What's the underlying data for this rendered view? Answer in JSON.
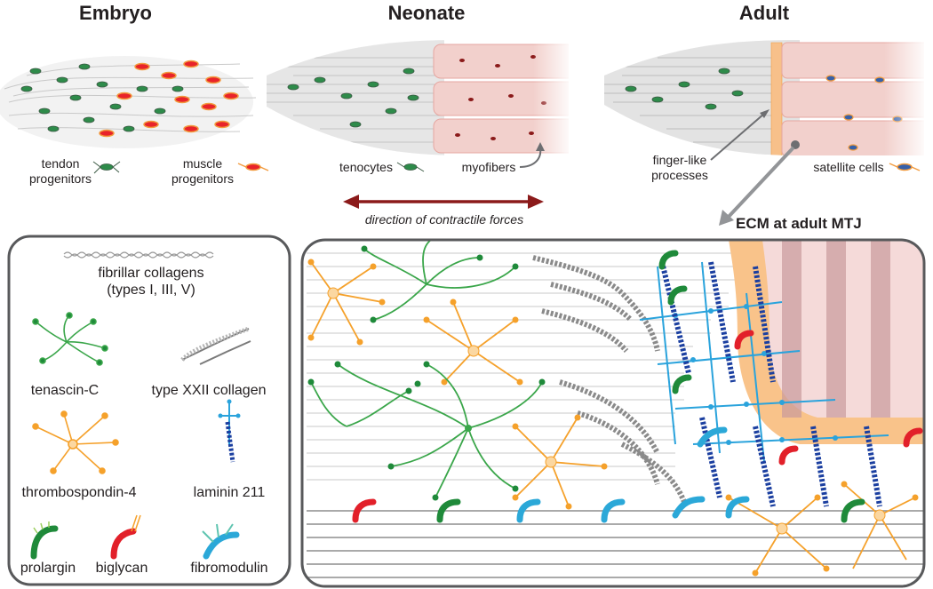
{
  "stages": {
    "embryo": {
      "title": "Embryo",
      "tendon_label": "tendon\nprogenitors",
      "muscle_label": "muscle\nprogenitors"
    },
    "neonate": {
      "title": "Neonate",
      "tenocytes_label": "tenocytes",
      "myofibers_label": "myofibers"
    },
    "adult": {
      "title": "Adult",
      "finger_label": "finger-like\nprocesses",
      "satellite_label": "satellite cells"
    }
  },
  "force_arrow": {
    "label": "direction of contractile forces"
  },
  "ecm_panel": {
    "title": "ECM at adult MTJ"
  },
  "legend": {
    "collagen_label": "fibrillar collagens\n(types I, III, V)",
    "tenascin_label": "tenascin-C",
    "col22_label": "type XXII collagen",
    "thbs4_label": "thrombospondin-4",
    "laminin_label": "laminin 211",
    "prolargin_label": "prolargin",
    "biglycan_label": "biglycan",
    "fibromodulin_label": "fibromodulin"
  },
  "colors": {
    "tendon_cell": "#2e8b4a",
    "muscle_cell": "#e8232a",
    "muscle_outline": "#f29b3e",
    "myofiber": "#f2d0cc",
    "force_arrow": "#8b1a1a",
    "tenascin": "#3aa64a",
    "thbs4": "#f5a12b",
    "laminin": "#1b3fa0",
    "laminin_light": "#2aa3dc",
    "prolargin": "#1f8a3a",
    "biglycan": "#e2202a",
    "fibromodulin": "#2ba8d8",
    "panel_border": "#58595b"
  }
}
